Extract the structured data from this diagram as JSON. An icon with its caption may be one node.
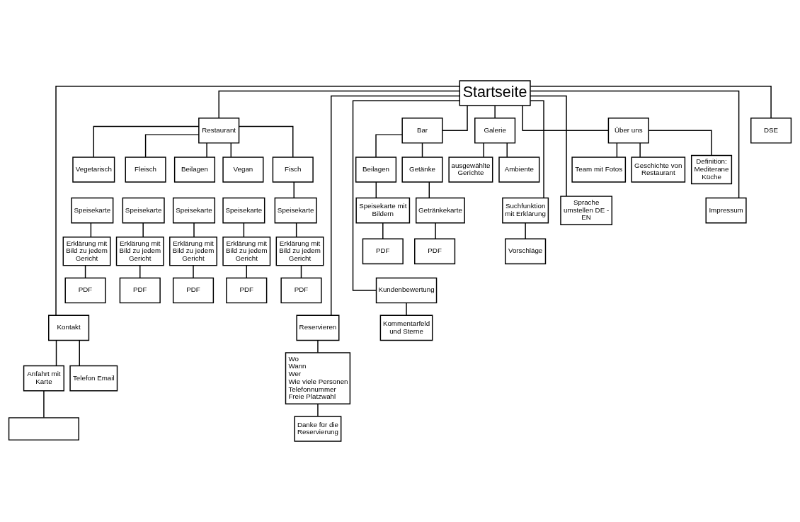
{
  "diagram": {
    "nodes": [
      {
        "text": [
          "Startseite"
        ]
      },
      {
        "text": [
          "Restaurant"
        ]
      },
      {
        "text": [
          "Vegetarisch"
        ]
      },
      {
        "text": [
          "Vegan"
        ]
      },
      {
        "text": [
          "Fisch"
        ]
      },
      {
        "text": [
          "Fleisch"
        ]
      },
      {
        "text": [
          "Beilagen"
        ]
      },
      {
        "text": [
          "Speisekarte"
        ]
      },
      {
        "text": [
          "Speisekarte"
        ]
      },
      {
        "text": [
          "Speisekarte"
        ]
      },
      {
        "text": [
          "Speisekarte"
        ]
      },
      {
        "text": [
          "Speisekarte"
        ]
      },
      {
        "text": [
          "Erklärung mit Bild zu jedem Gericht"
        ]
      },
      {
        "text": [
          "Erklärung mit Bild zu jedem Gericht"
        ]
      },
      {
        "text": [
          "Erklärung mit Bild zu jedem Gericht"
        ]
      },
      {
        "text": [
          "Erklärung mit Bild zu jedem Gericht"
        ]
      },
      {
        "text": [
          "Erklärung mit Bild zu jedem Gericht"
        ]
      },
      {
        "text": [
          "PDF"
        ]
      },
      {
        "text": [
          "PDF"
        ]
      },
      {
        "text": [
          "PDF"
        ]
      },
      {
        "text": [
          "PDF"
        ]
      },
      {
        "text": [
          "PDF"
        ]
      },
      {
        "text": [
          "Bar"
        ]
      },
      {
        "text": [
          "Beilagen"
        ]
      },
      {
        "text": [
          "Getänke"
        ]
      },
      {
        "text": [
          "Speisekarte mit Bildern"
        ]
      },
      {
        "text": [
          "Getränkekarte"
        ]
      },
      {
        "text": [
          "PDF"
        ]
      },
      {
        "text": [
          "PDF"
        ]
      },
      {
        "text": [
          "Galerie"
        ]
      },
      {
        "text": [
          "ausgewählte Gerichte"
        ]
      },
      {
        "text": [
          "Ambiente"
        ]
      },
      {
        "text": [
          "Über uns"
        ]
      },
      {
        "text": [
          "Team mit Fotos"
        ]
      },
      {
        "text": [
          "Geschichte von Restaurant"
        ]
      },
      {
        "text": [
          "Definition: Mediterane Küche"
        ]
      },
      {
        "text": [
          "Kontakt"
        ]
      },
      {
        "text": [
          "Telefon Email"
        ]
      },
      {
        "text": [
          "Anfahrt mit Karte"
        ]
      },
      {
        "text": [],
        "shape": "box"
      },
      {
        "text": [
          "Reservieren"
        ]
      },
      {
        "text": [
          "Wo",
          "Wann",
          "Wer",
          "Wie viele Personen",
          "Telefonnummer",
          "Freie Platzwahl"
        ]
      },
      {
        "text": [
          "Danke für die Reservierung"
        ]
      },
      {
        "text": [
          "Kundenbewertung"
        ]
      },
      {
        "text": [
          "Kommentarfeld und Sterne"
        ]
      },
      {
        "text": [
          "Suchfunktion mit Erklärung"
        ]
      },
      {
        "text": [
          "Vorschläge"
        ]
      },
      {
        "text": [
          "Sprache umstellen DE - EN"
        ]
      },
      {
        "text": [
          "DSE"
        ]
      },
      {
        "text": [
          "Impressum"
        ]
      }
    ],
    "edges": [
      {
        "from": 0,
        "to": 1,
        "arrow": "none"
      },
      {
        "from": 1,
        "to": 2,
        "arrow": "none"
      },
      {
        "from": 1,
        "to": 3,
        "arrow": "none"
      },
      {
        "from": 1,
        "to": 4,
        "arrow": "none"
      },
      {
        "from": 1,
        "to": 5,
        "arrow": "none"
      },
      {
        "from": 1,
        "to": 6,
        "arrow": "none"
      },
      {
        "from": 4,
        "to": 9,
        "arrow": "none"
      },
      {
        "from": 7,
        "to": 12,
        "arrow": "none"
      },
      {
        "from": 8,
        "to": 13,
        "arrow": "none"
      },
      {
        "from": 9,
        "to": 14,
        "arrow": "none"
      },
      {
        "from": 10,
        "to": 15,
        "arrow": "none"
      },
      {
        "from": 11,
        "to": 16,
        "arrow": "none"
      },
      {
        "from": 12,
        "to": 17,
        "arrow": "none"
      },
      {
        "from": 13,
        "to": 18,
        "arrow": "none"
      },
      {
        "from": 14,
        "to": 19,
        "arrow": "none"
      },
      {
        "from": 15,
        "to": 20,
        "arrow": "none"
      },
      {
        "from": 16,
        "to": 21,
        "arrow": "none"
      },
      {
        "from": 0,
        "to": 22,
        "arrow": "none"
      },
      {
        "from": 22,
        "to": 23,
        "arrow": "none"
      },
      {
        "from": 22,
        "to": 24,
        "arrow": "none"
      },
      {
        "from": 23,
        "to": 25,
        "arrow": "none"
      },
      {
        "from": 24,
        "to": 26,
        "arrow": "none"
      },
      {
        "from": 25,
        "to": 27,
        "arrow": "none"
      },
      {
        "from": 26,
        "to": 28,
        "arrow": "none"
      },
      {
        "from": 0,
        "to": 29,
        "arrow": "none"
      },
      {
        "from": 29,
        "to": 30,
        "arrow": "none"
      },
      {
        "from": 29,
        "to": 31,
        "arrow": "none"
      },
      {
        "from": 0,
        "to": 32,
        "arrow": "none"
      },
      {
        "from": 32,
        "to": 33,
        "arrow": "none"
      },
      {
        "from": 32,
        "to": 34,
        "arrow": "none"
      },
      {
        "from": 32,
        "to": 35,
        "arrow": "none"
      },
      {
        "from": 0,
        "to": 36,
        "arrow": "none"
      },
      {
        "from": 36,
        "to": 37,
        "arrow": "none"
      },
      {
        "from": 36,
        "to": 38,
        "arrow": "none"
      },
      {
        "from": 38,
        "to": 39,
        "arrow": "none"
      },
      {
        "from": 0,
        "to": 40,
        "arrow": "none"
      },
      {
        "from": 40,
        "to": 41,
        "arrow": "none"
      },
      {
        "from": 41,
        "to": 42,
        "arrow": "none"
      },
      {
        "from": 0,
        "to": 43,
        "arrow": "none"
      },
      {
        "from": 43,
        "to": 44,
        "arrow": "none"
      },
      {
        "from": 0,
        "to": 45,
        "arrow": "none"
      },
      {
        "from": 45,
        "to": 46,
        "arrow": "none"
      },
      {
        "from": 0,
        "to": 47,
        "arrow": "none"
      },
      {
        "from": 0,
        "to": 48,
        "arrow": "none"
      },
      {
        "from": 0,
        "to": 49,
        "arrow": "none"
      }
    ]
  }
}
